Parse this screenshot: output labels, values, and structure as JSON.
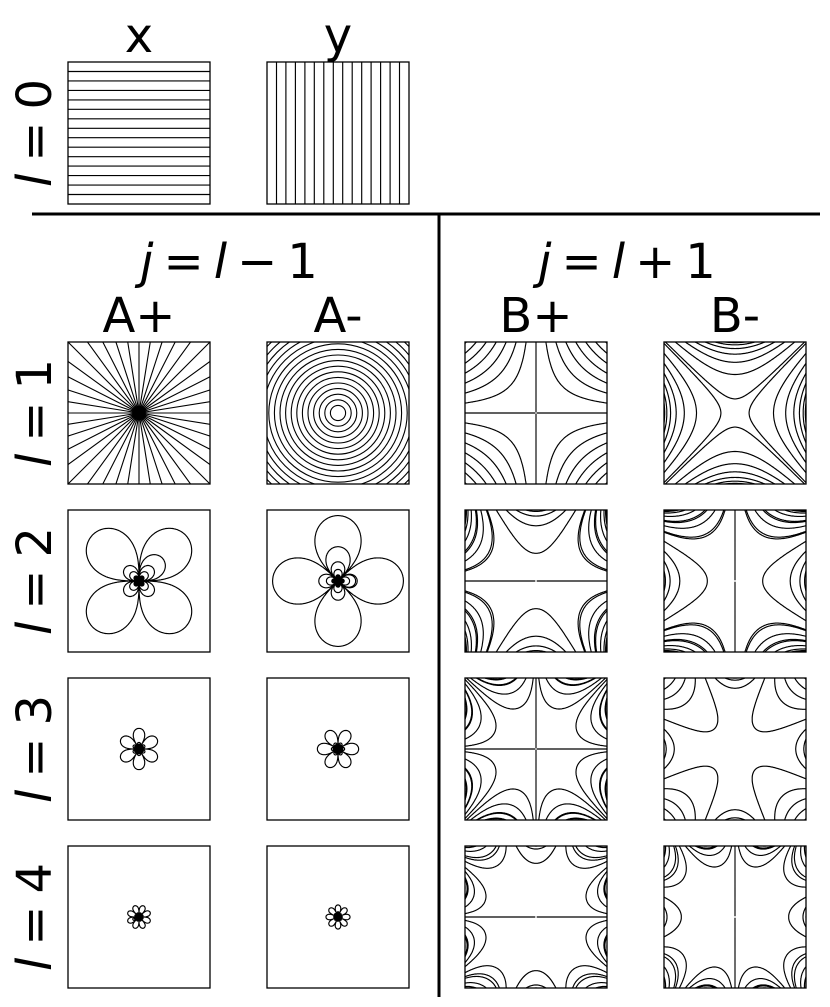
{
  "top": {
    "columns": [
      {
        "label": "x",
        "field": "horizontal-lines"
      },
      {
        "label": "y",
        "field": "vertical-lines"
      }
    ],
    "row_label": {
      "var": "l",
      "eq": "=",
      "val": "0"
    }
  },
  "groups": [
    {
      "j": "j",
      "eq": "=",
      "l": "l",
      "op": "−",
      "num": "1"
    },
    {
      "j": "j",
      "eq": "=",
      "l": "l",
      "op": "+",
      "num": "1"
    }
  ],
  "column_labels": [
    "A+",
    "A-",
    "B+",
    "B-"
  ],
  "rows": [
    {
      "var": "l",
      "eq": "=",
      "val": "1",
      "cells": [
        {
          "type": "A+",
          "n": 1
        },
        {
          "type": "A-",
          "n": 1
        },
        {
          "type": "B+",
          "n": 1
        },
        {
          "type": "B-",
          "n": 1
        }
      ]
    },
    {
      "var": "l",
      "eq": "=",
      "val": "2",
      "cells": [
        {
          "type": "A+",
          "n": 2
        },
        {
          "type": "A-",
          "n": 2
        },
        {
          "type": "B+",
          "n": 2
        },
        {
          "type": "B-",
          "n": 2
        }
      ]
    },
    {
      "var": "l",
      "eq": "=",
      "val": "3",
      "cells": [
        {
          "type": "A+",
          "n": 3
        },
        {
          "type": "A-",
          "n": 3
        },
        {
          "type": "B+",
          "n": 3
        },
        {
          "type": "B-",
          "n": 3
        }
      ]
    },
    {
      "var": "l",
      "eq": "=",
      "val": "4",
      "cells": [
        {
          "type": "A+",
          "n": 4
        },
        {
          "type": "A-",
          "n": 4
        },
        {
          "type": "B+",
          "n": 4
        },
        {
          "type": "B-",
          "n": 4
        }
      ]
    }
  ],
  "colors": {
    "stroke": "#000000",
    "background": "#ffffff"
  }
}
